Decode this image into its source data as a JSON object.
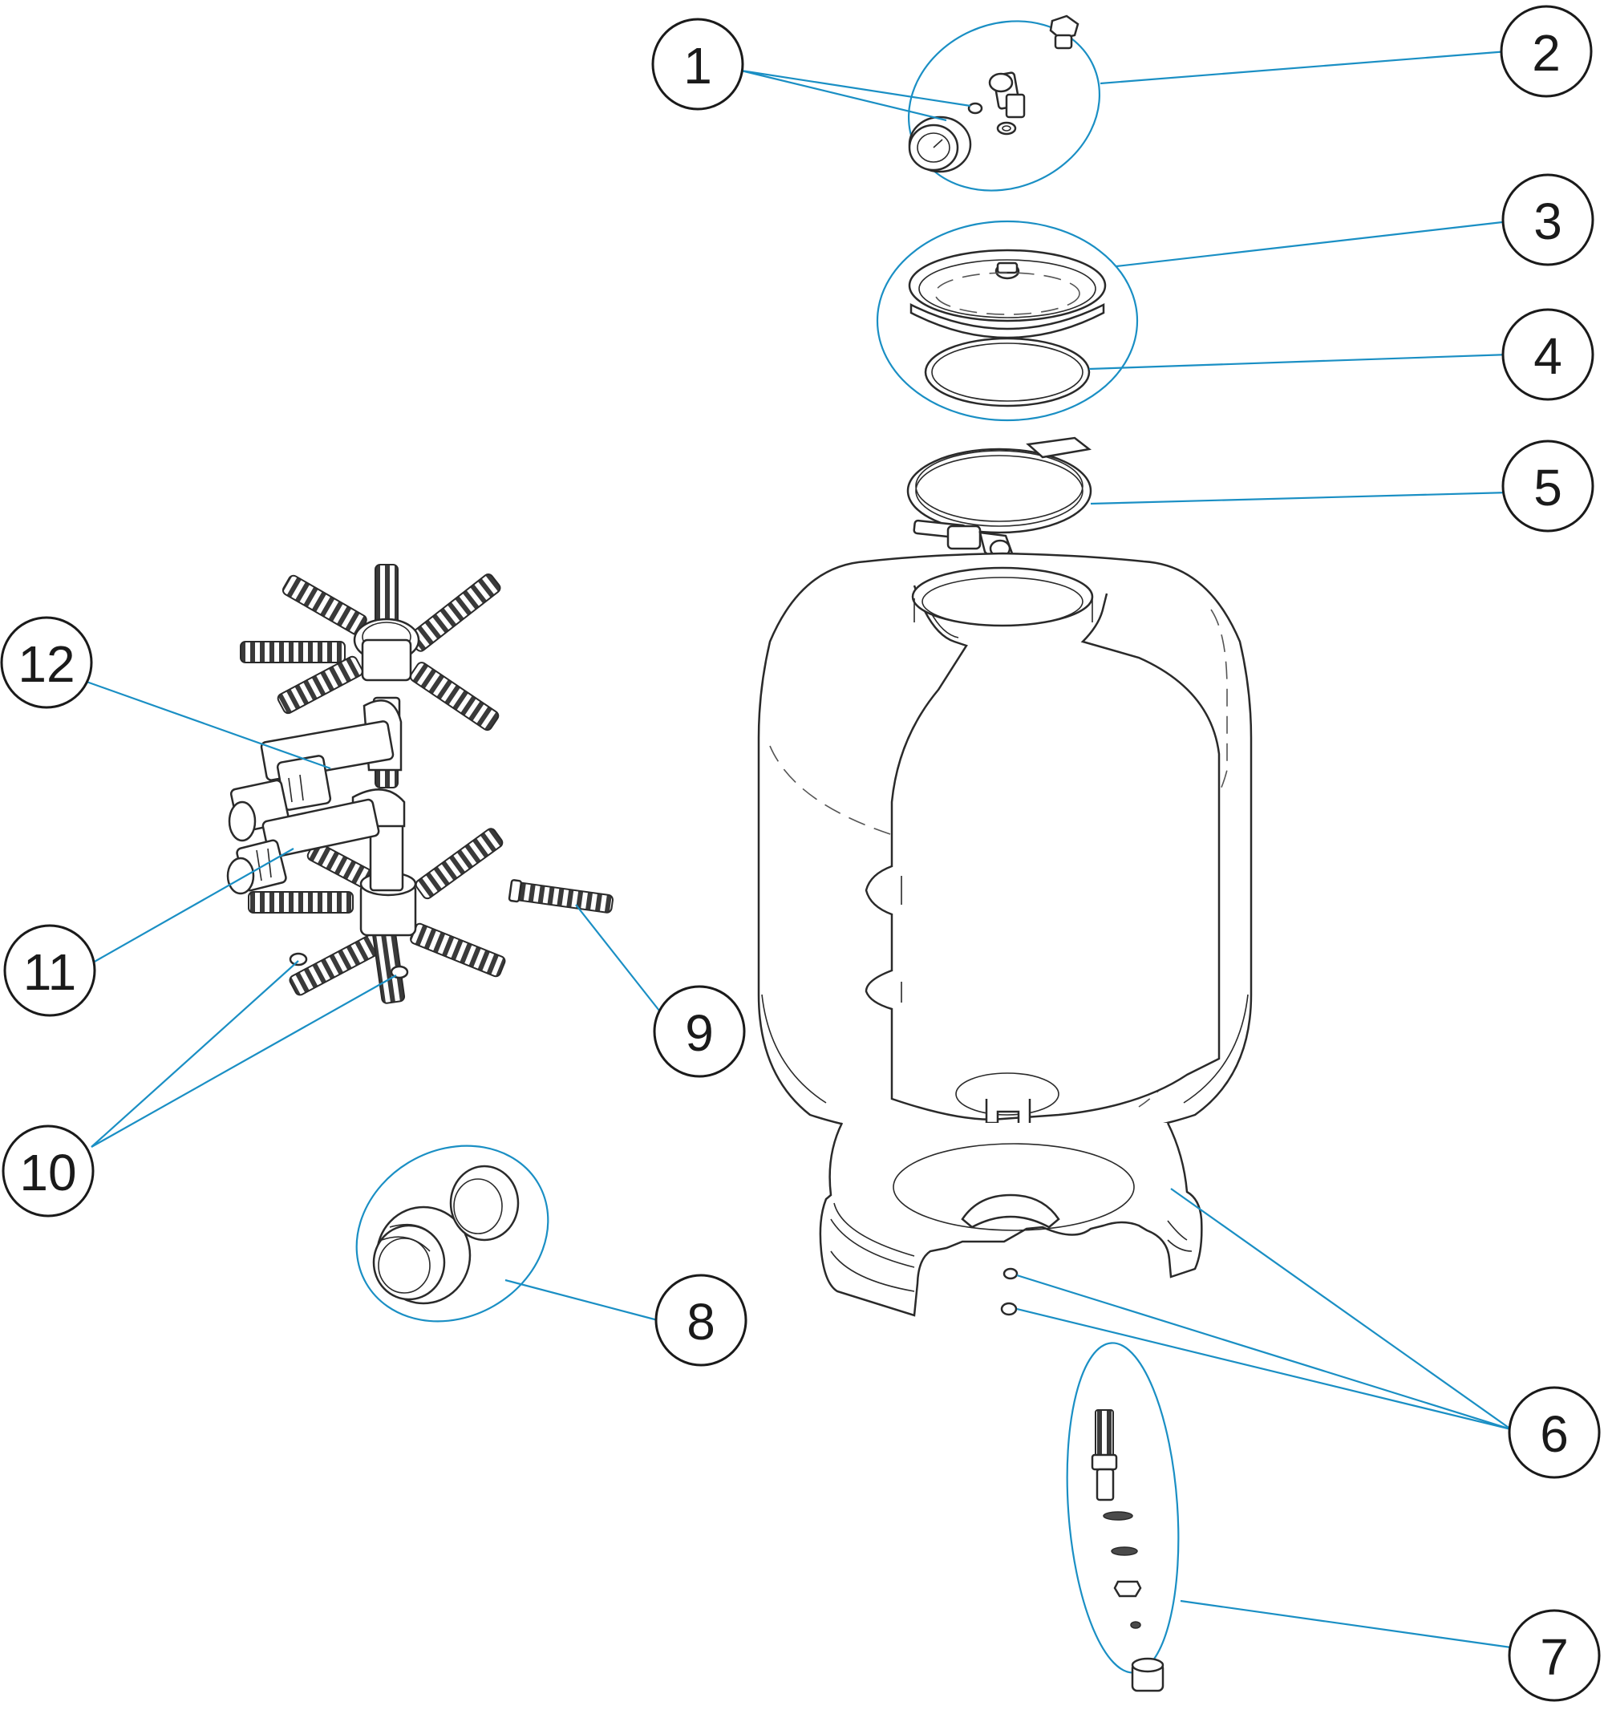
{
  "diagram": {
    "callouts": [
      {
        "label": "1"
      },
      {
        "label": "2"
      },
      {
        "label": "3"
      },
      {
        "label": "4"
      },
      {
        "label": "5"
      },
      {
        "label": "6"
      },
      {
        "label": "7"
      },
      {
        "label": "8"
      },
      {
        "label": "9"
      },
      {
        "label": "10"
      },
      {
        "label": "11"
      },
      {
        "label": "12"
      }
    ],
    "colors": {
      "leader": "#1a8fc4",
      "outline": "#2a2a2a"
    }
  }
}
